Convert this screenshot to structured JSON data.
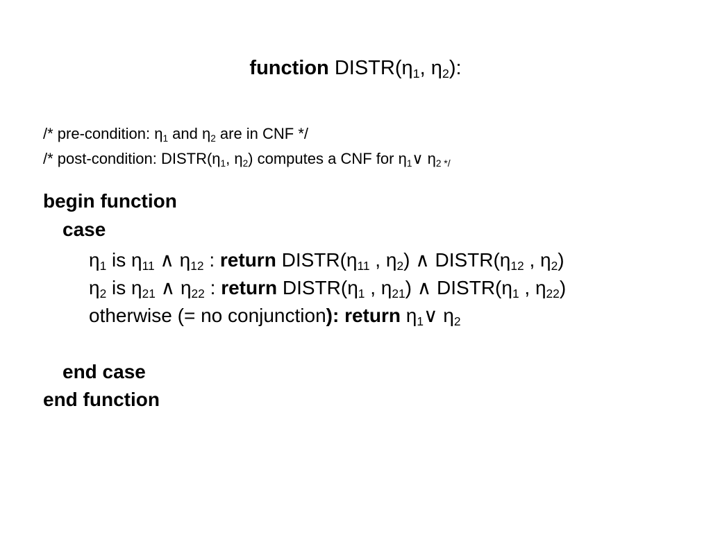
{
  "title": {
    "kw": "function",
    "name": "DISTR(η",
    "s1": "1",
    "mid": ", η",
    "s2": "2",
    "end": "):"
  },
  "pre_condition": {
    "a": "/* pre-condition: η",
    "s1": "1",
    "b": " and η",
    "s2": "2",
    "c": " are in CNF */"
  },
  "post_condition": {
    "a": "/* post-condition: DISTR(η",
    "s1": "1",
    "b": ", η",
    "s2": "2",
    "c": ") computes a CNF for η",
    "s3": "1",
    "d": "∨ η",
    "s4": "2",
    "e": " */"
  },
  "code": {
    "begin_function": "begin function",
    "case": "case",
    "case1": {
      "a": "η",
      "s1": "1",
      "b": " is η",
      "s2": "11",
      "c": " ∧ η",
      "s3": "12",
      "d": " : ",
      "kw": "return",
      "e": " DISTR(η",
      "s4": "11",
      "f": " , η",
      "s5": "2",
      "g": ") ∧ DISTR(η",
      "s6": "12",
      "h": " , η",
      "s7": "2",
      "i": ")"
    },
    "case2": {
      "a": "η",
      "s1": "2",
      "b": " is η",
      "s2": "21",
      "c": " ∧ η",
      "s3": "22",
      "d": " : ",
      "kw": "return",
      "e": " DISTR(η",
      "s4": "1",
      "f": " , η",
      "s5": "21",
      "g": ") ∧ DISTR(η",
      "s6": "1",
      "h": " , η",
      "s7": "22",
      "i": ")"
    },
    "case3": {
      "a": "otherwise (= no conjunction",
      "kw": "): return",
      "b": " η",
      "s1": "1",
      "c": "∨ η",
      "s2": "2"
    },
    "end_case": "end case",
    "end_function": "end function"
  }
}
